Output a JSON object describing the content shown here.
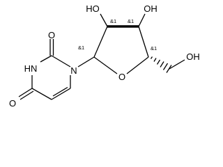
{
  "molecule": {
    "atoms": {
      "o_c2": "O",
      "nh_n3": "HN",
      "o_c4": "O",
      "n1": "N",
      "o_ring": "O",
      "oh_2p": "HO",
      "oh_3p": "OH",
      "oh_5p": "OH"
    },
    "stereo_labels": {
      "c1p": "&1",
      "c2p": "&1",
      "c3p": "&1",
      "c4p": "&1"
    }
  }
}
